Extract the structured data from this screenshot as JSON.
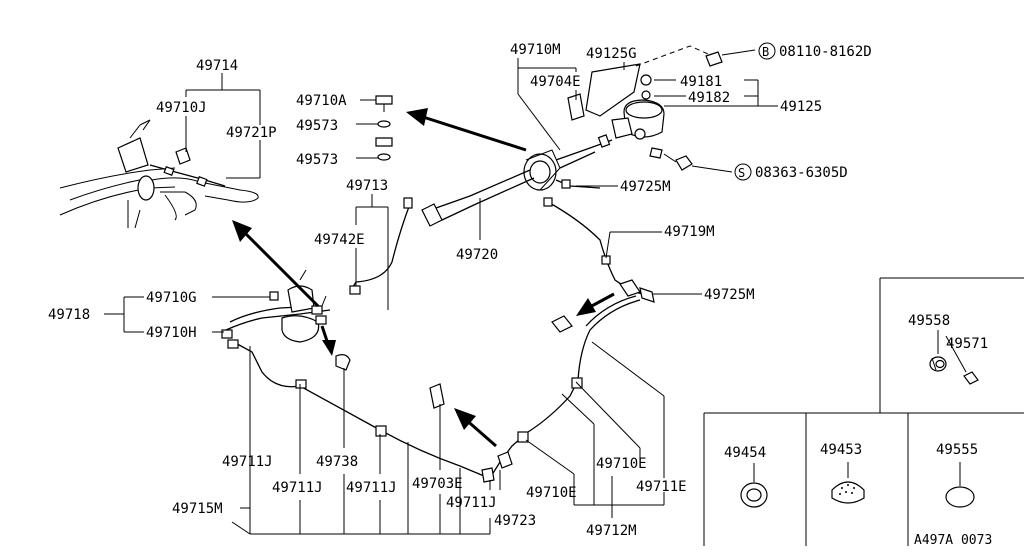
{
  "labels": {
    "p49714": "49714",
    "p49710J": "49710J",
    "p49721P": "49721P",
    "p49710M": "49710M",
    "p49125G": "49125G",
    "p49704E": "49704E",
    "bolt_b": "08110-8162D",
    "b_symbol": "B",
    "p49181": "49181",
    "p49182": "49182",
    "p49125": "49125",
    "p49710A": "49710A",
    "p49573a": "49573",
    "p49573b": "49573",
    "p49713": "49713",
    "p49742E": "49742E",
    "p49720": "49720",
    "p49725M_top": "49725M",
    "screw_s": "08363-6305D",
    "s_symbol": "S",
    "p49719M": "49719M",
    "p49725M_mid": "49725M",
    "p49718": "49718",
    "p49710G": "49710G",
    "p49710H": "49710H",
    "p49711J_a": "49711J",
    "p49738": "49738",
    "p49711J_b": "49711J",
    "p49711J_c": "49711J",
    "p49703E": "49703E",
    "p49711J_d": "49711J",
    "p49710E_a": "49710E",
    "p49710E_b": "49710E",
    "p49711E": "49711E",
    "p49715M": "49715M",
    "p49723": "49723",
    "p49712M": "49712M",
    "p49558": "49558",
    "p49571": "49571",
    "p49454": "49454",
    "p49453": "49453",
    "p49555": "49555",
    "diagram_code": "A497A 0073"
  }
}
